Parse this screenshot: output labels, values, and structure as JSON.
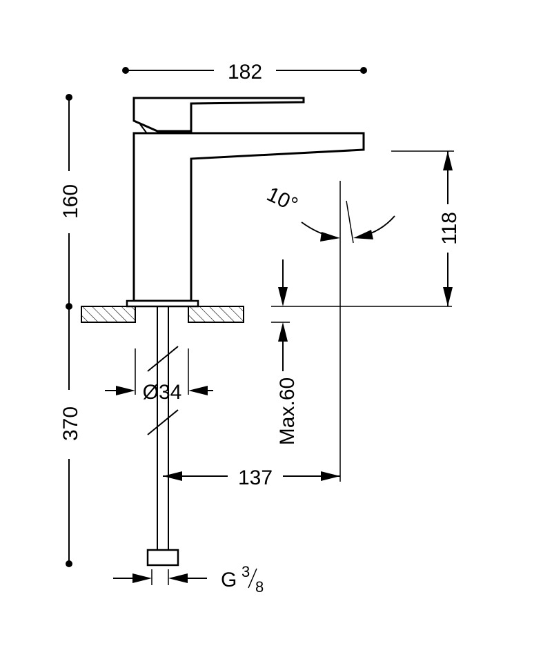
{
  "dimensions": {
    "width": "182",
    "height_above": "160",
    "height_below": "370",
    "spout_height": "118",
    "reach": "137",
    "hole_diameter": "Ø34",
    "deck_thickness": "Max.60",
    "angle": "10°",
    "connection_base": "G",
    "connection_num": "3",
    "connection_den": "8"
  }
}
